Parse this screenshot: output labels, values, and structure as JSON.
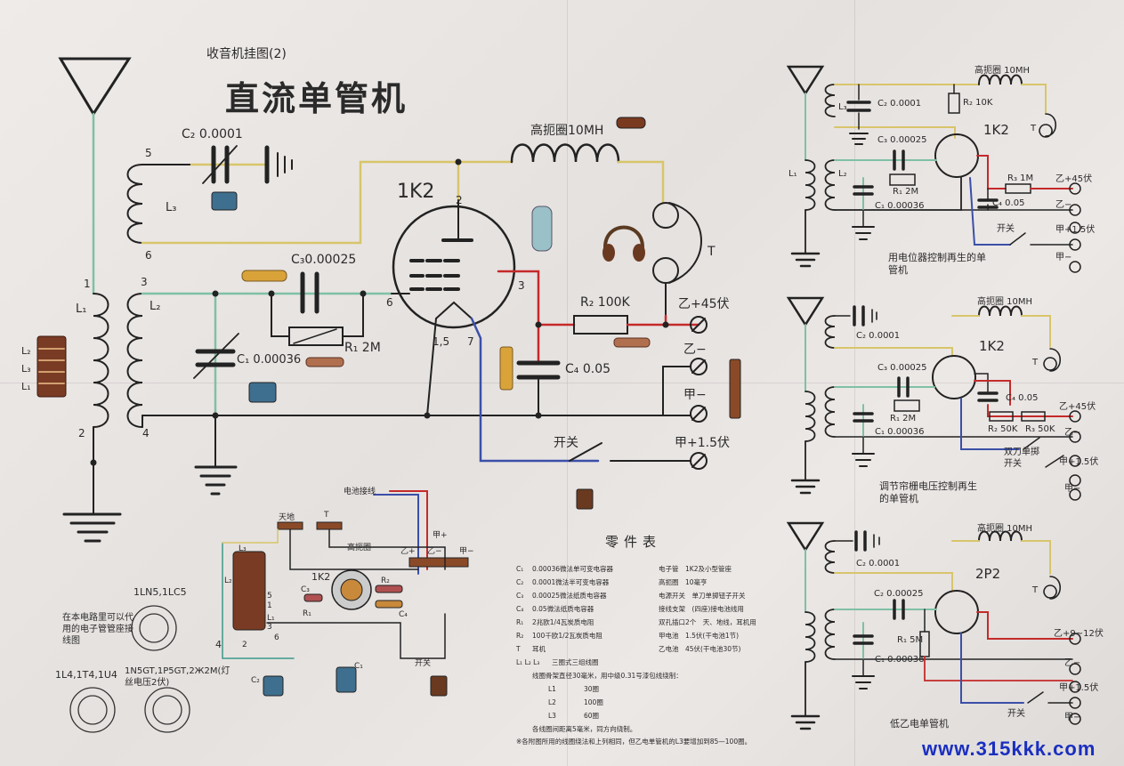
{
  "header": {
    "subtitle": "收音机挂图(2)",
    "title": "直流单管机"
  },
  "main_circuit": {
    "c2": "C₂ 0.0001",
    "l3": "L₃",
    "coil_label": "高扼圈10MH",
    "tube": "1K2",
    "c3": "C₃0.00025",
    "l1": "L₁",
    "l2": "L₂",
    "c1": "C₁ 0.00036",
    "r1": "R₁ 2M",
    "r2": "R₂ 100K",
    "c4": "C₄ 0.05",
    "phones": "T",
    "b_plus": "乙+45伏",
    "b_minus": "乙−",
    "a_minus": "甲−",
    "a_plus": "甲+1.5伏",
    "switch": "开关",
    "pins": [
      "5",
      "6",
      "1",
      "2",
      "3",
      "4",
      "2",
      "6",
      "3",
      "1,5",
      "7"
    ],
    "side_coil": [
      "L₂",
      "L₃",
      "L₁"
    ]
  },
  "layout_panel": {
    "title": "电池接线",
    "antenna": "天地",
    "phones": "T",
    "coil": "高扼圈",
    "terminals": [
      "乙+",
      "乙−",
      "甲+",
      "甲−"
    ],
    "tube": "1K2",
    "labels": [
      "L₂",
      "L₁",
      "L₃",
      "C₃",
      "R₁",
      "R₂",
      "C₄",
      "C₂",
      "C₁",
      "开关",
      "4",
      "5",
      "6",
      "1",
      "3",
      "2"
    ]
  },
  "sockets": {
    "desc": "在本电路里可以代用的电子管管座接线图",
    "top": "1LN5,1LC5",
    "left": "1L4,1T4,1U4",
    "right": "1N5GT,1P5GT,2Ж2M(灯丝电压2伏)"
  },
  "parts_table": {
    "title": "零件表",
    "rows": [
      {
        "key": "C₁",
        "text": "0.00036微法单可变电容器",
        "extra": "电子管　1K2及小型管座"
      },
      {
        "key": "C₂",
        "text": "0.0001微法半可变电容器",
        "extra": "高扼圈　10毫亨"
      },
      {
        "key": "C₃",
        "text": "0.00025微法纸质电容器",
        "extra": "电源开关　单刀单掷钮子开关"
      },
      {
        "key": "C₄",
        "text": "0.05微法纸质电容器",
        "extra": "接线支架　(四座)接电池线用"
      },
      {
        "key": "R₁",
        "text": "2兆欧1/4瓦炭质电阻",
        "extra": "双孔插口2个　天、地线，耳机用"
      },
      {
        "key": "R₂",
        "text": "100千欧1/2瓦炭质电阻",
        "extra": "甲电池　1.5伏(干电池1节)"
      },
      {
        "key": "T",
        "text": "耳机",
        "extra": "乙电池　45伏(干电池30节)"
      },
      {
        "key": "L₁ L₂ L₃",
        "text": "三圈式三组线圈",
        "extra": ""
      }
    ],
    "coil_note": "线圈骨架直径30毫米，用中级0.31号漆包线绕制：",
    "turns": [
      {
        "coil": "L1",
        "turns": "30圈"
      },
      {
        "coil": "L2",
        "turns": "100圈"
      },
      {
        "coil": "L3",
        "turns": "60圈"
      }
    ],
    "note1": "各线圈间距离5毫米，同方向绕制。",
    "note2": "※各附图所用的线圈绕法和上列相同，但乙电单管机的L3要增加到85—100圈。"
  },
  "right_circuit_1": {
    "coil": "高扼圈 10MH",
    "c2": "C₂ 0.0001",
    "r2": "R₂ 10K",
    "c3": "C₃ 0.00025",
    "tube": "1K2",
    "r1": "R₁ 2M",
    "r3": "R₃ 1M",
    "c1": "C₁ 0.00036",
    "c4": "C₄ 0.05",
    "l1": "L₁",
    "l2": "L₂",
    "l3": "L₃",
    "phones": "T",
    "b_plus": "乙+45伏",
    "b_minus": "乙−",
    "a_plus": "甲+1.5伏",
    "a_minus": "甲−",
    "switch": "开关",
    "caption": "用电位器控制再生的单管机"
  },
  "right_circuit_2": {
    "coil": "高扼圈 10MH",
    "c2": "C₂ 0.0001",
    "c3": "C₃ 0.00025",
    "tube": "1K2",
    "r1": "R₁ 2M",
    "c1": "C₁ 0.00036",
    "c4": "C₄ 0.05",
    "r2": "R₂ 50K",
    "r3": "R₃ 50K",
    "phones": "T",
    "b_plus": "乙+45伏",
    "b_minus": "乙−",
    "a_plus": "甲+1.5伏",
    "a_minus": "甲−",
    "switch": "双刀单掷开关",
    "caption": "调节帘栅电压控制再生的单管机"
  },
  "right_circuit_3": {
    "coil": "高扼圈 10MH",
    "c2": "C₂ 0.00025",
    "c_ant": "C₂ 0.0001",
    "tube": "2P2",
    "r1": "R₁ 5M",
    "c1": "C₁ 0.00036",
    "phones": "T",
    "b_plus": "乙+9~12伏",
    "b_minus": "乙−",
    "a_plus": "甲+1.5伏",
    "a_minus": "甲−",
    "switch": "开关",
    "caption": "低乙电单管机"
  },
  "watermark": "www.315kkk.com"
}
